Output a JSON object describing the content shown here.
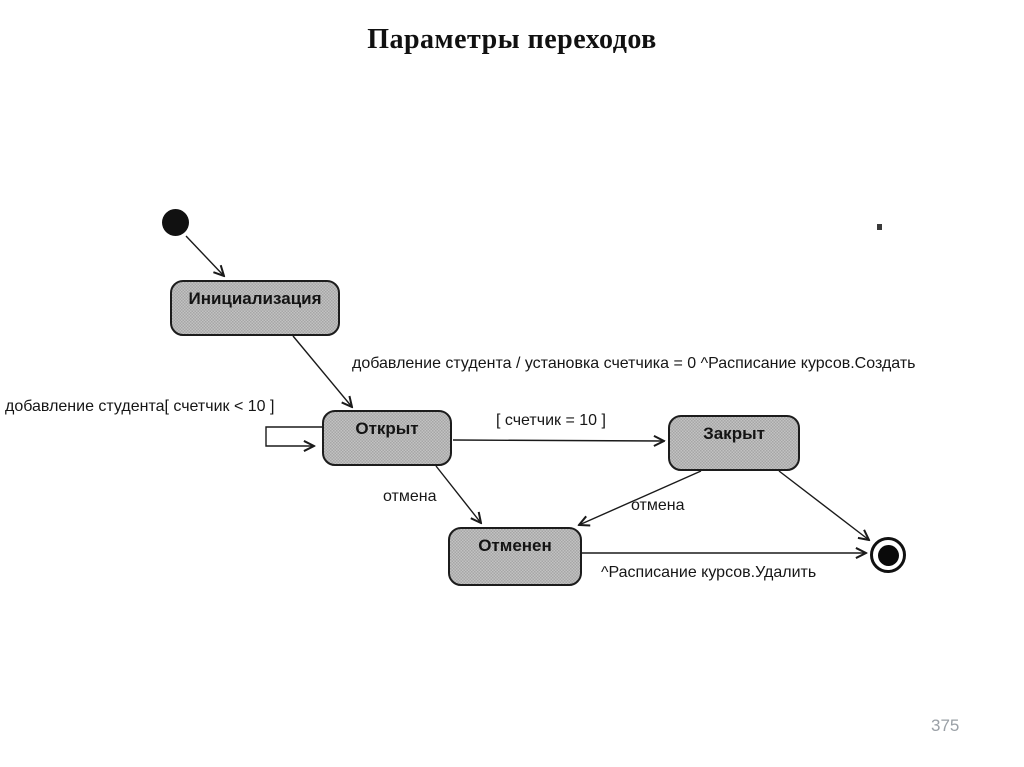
{
  "slide": {
    "title": "Параметры переходов",
    "page_number": "375"
  },
  "diagram": {
    "type": "uml-statechart",
    "states": [
      {
        "name": "Инициализация"
      },
      {
        "name": "Открыт"
      },
      {
        "name": "Закрыт"
      },
      {
        "name": "Отменен"
      }
    ],
    "pseudostates": [
      {
        "kind": "initial"
      },
      {
        "kind": "final"
      }
    ],
    "transitions": [
      {
        "from": "initial",
        "to": "Инициализация",
        "label": ""
      },
      {
        "from": "Инициализация",
        "to": "Открыт",
        "label": "добавление студента / установка счетчика = 0 ^Расписание курсов.Создать"
      },
      {
        "from": "Открыт",
        "to": "Открыт",
        "label": "добавление студента[ счетчик < 10 ]"
      },
      {
        "from": "Открыт",
        "to": "Закрыт",
        "label": "[ счетчик = 10 ]"
      },
      {
        "from": "Открыт",
        "to": "Отменен",
        "label": "отмена"
      },
      {
        "from": "Закрыт",
        "to": "Отменен",
        "label": "отмена"
      },
      {
        "from": "Закрыт",
        "to": "final",
        "label": ""
      },
      {
        "from": "Отменен",
        "to": "final",
        "label": "^Расписание курсов.Удалить"
      }
    ],
    "colors": {
      "state_fill": "#b3b3b3",
      "state_border": "#1c1c1c",
      "line": "#1a1a1a",
      "text": "#161616",
      "page_number": "#9aa0a6"
    }
  }
}
